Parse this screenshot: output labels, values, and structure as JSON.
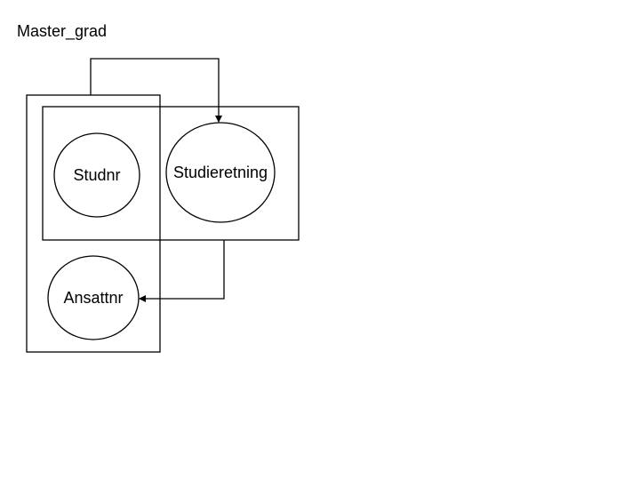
{
  "diagram": {
    "title": "Master_grad",
    "attributes": {
      "studnr": "Studnr",
      "studieretning": "Studieretning",
      "ansattnr": "Ansattnr"
    },
    "colors": {
      "stroke": "#000000",
      "background": "#ffffff"
    }
  }
}
